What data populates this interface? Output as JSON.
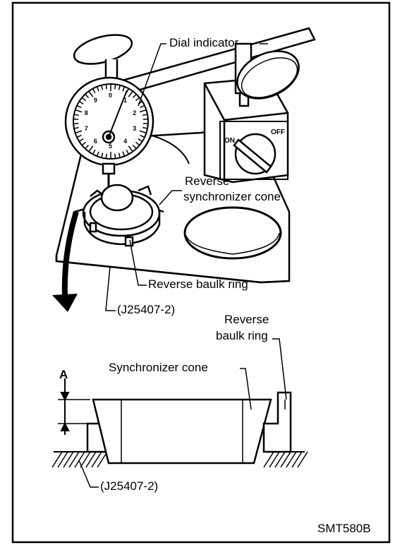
{
  "labels": {
    "dial_indicator": "Dial indicator",
    "reverse_sync_cone_line1": "Reverse",
    "reverse_sync_cone_line2": "synchronizer cone",
    "reverse_baulk_ring_top": "Reverse baulk ring",
    "tool_top": "(J25407-2)",
    "reverse_baulk_ring_bottom_line1": "Reverse",
    "reverse_baulk_ring_bottom_line2": "baulk ring",
    "synchronizer_cone": "Synchronizer cone",
    "dimension_a": "A",
    "tool_bottom": "(J25407-2)",
    "figure_code": "SMT580B"
  },
  "switch_labels": {
    "on": "ON",
    "off": "OFF"
  },
  "dial_numbers": [
    "0",
    "1",
    "2",
    "3",
    "4",
    "5",
    "6",
    "7",
    "8",
    "9"
  ]
}
